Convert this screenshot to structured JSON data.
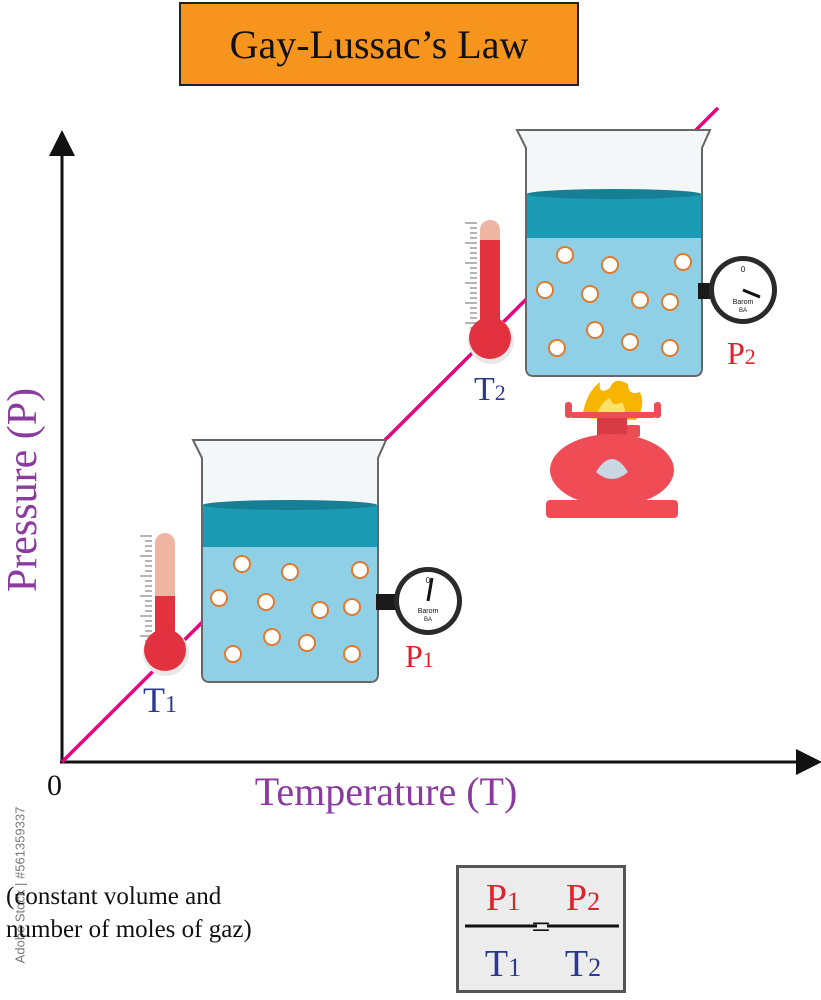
{
  "title": "Gay-Lussac’s Law",
  "axes": {
    "y_label": "Pressure (P)",
    "x_label": "Temperature (T)",
    "origin_label": "0"
  },
  "labels": {
    "t1": {
      "letter": "T",
      "sub": "1"
    },
    "t2": {
      "letter": "T",
      "sub": "2"
    },
    "p1": {
      "letter": "P",
      "sub": "1"
    },
    "p2": {
      "letter": "P",
      "sub": "2"
    }
  },
  "gauge_text": {
    "line1": "Barom",
    "line2": "BA",
    "zero": "0"
  },
  "note": {
    "line1": "(constant volume and",
    "line2": "number of moles of gaz)"
  },
  "formula": {
    "p1": {
      "letter": "P",
      "sub": "1"
    },
    "t1": {
      "letter": "T",
      "sub": "1"
    },
    "p2": {
      "letter": "P",
      "sub": "2"
    },
    "t2": {
      "letter": "T",
      "sub": "2"
    },
    "equals": "="
  },
  "watermark": "Adobe Stock | #561359337",
  "colors": {
    "title_bg": "#f7941d",
    "law_line": "#e6007e",
    "axis_label": "#8b3a9e",
    "t_label": "#2b3a8e",
    "p_label": "#e0202b",
    "water": "#8fd0e6",
    "water_top": "#1b9ab3",
    "bubble_outline": "#e07a2e",
    "thermometer_red": "#e3323f",
    "burner_red": "#f04c55",
    "flame": "#f7b500"
  }
}
